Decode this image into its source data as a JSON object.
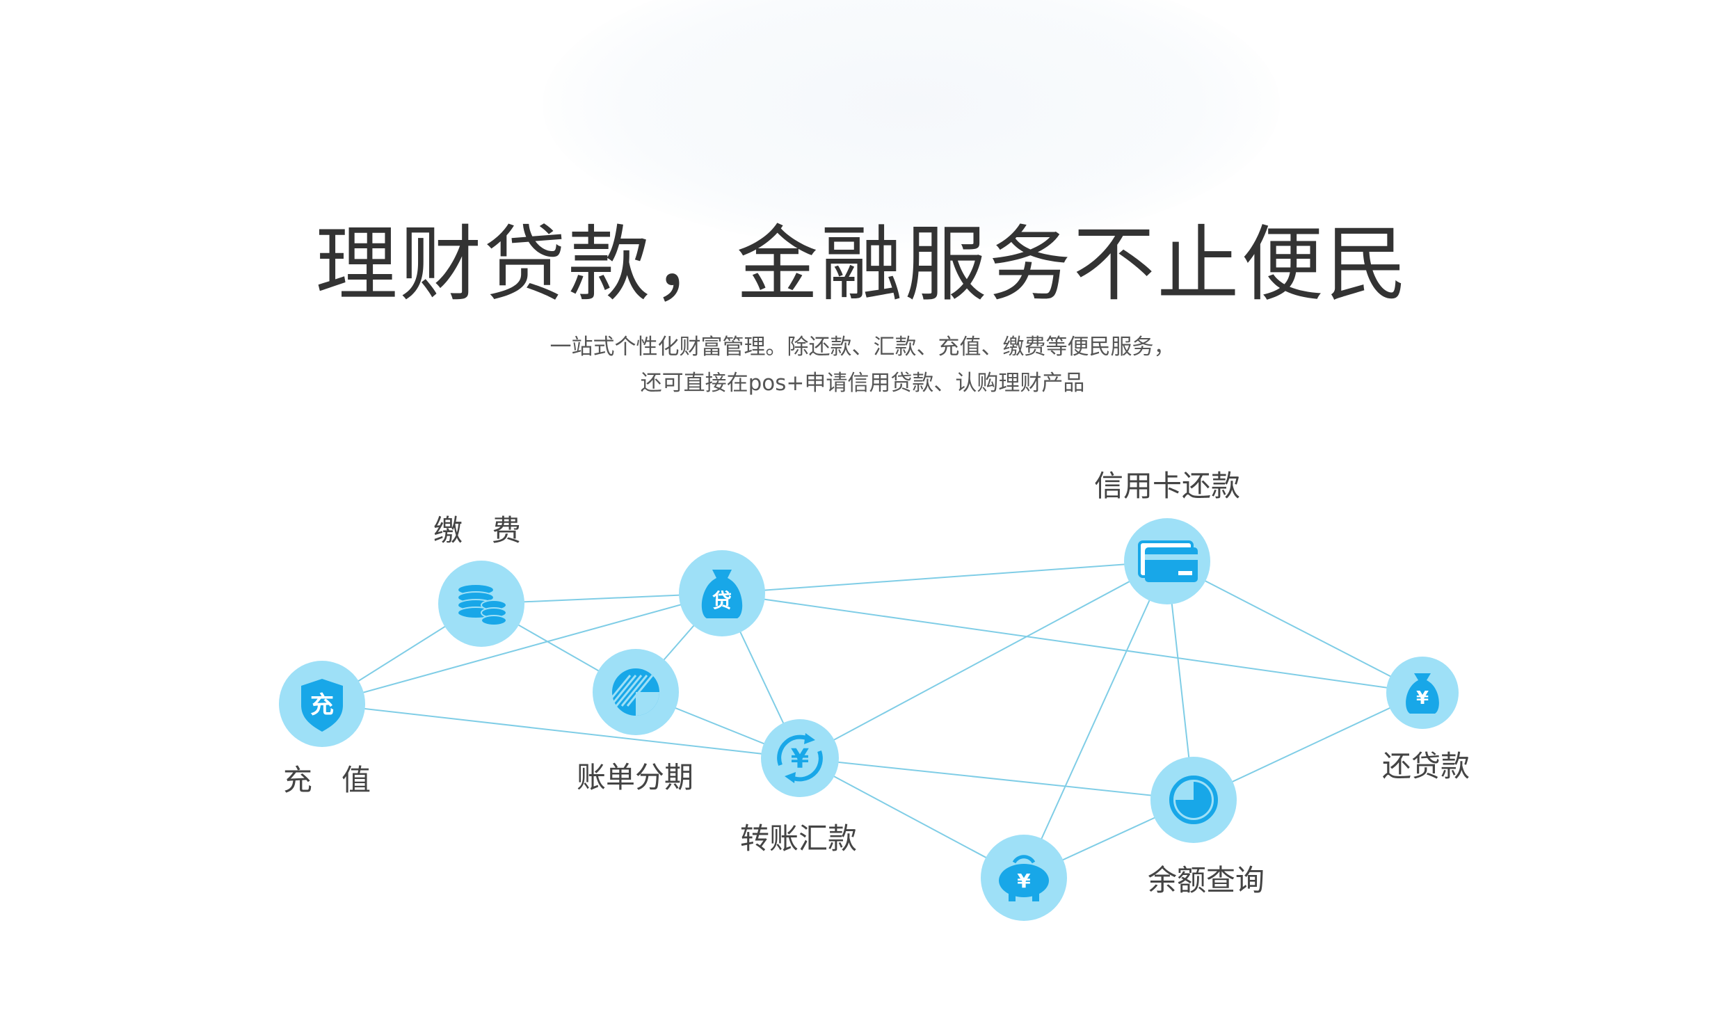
{
  "header": {
    "title": "理财贷款，金融服务不止便民",
    "subtitle_line1": "一站式个性化财富管理。除还款、汇款、充值、缴费等便民服务，",
    "subtitle_line2": "还可直接在pos+申请信用贷款、认购理财产品"
  },
  "colors": {
    "node_fill": "#9ee0f7",
    "icon": "#18a7e8",
    "line": "#7fcde6",
    "title": "#333333",
    "label": "#444444"
  },
  "nodes": [
    {
      "id": "recharge",
      "label": "充　值",
      "icon": "shield-icon"
    },
    {
      "id": "payfee",
      "label": "缴　费",
      "icon": "coin-stack-icon"
    },
    {
      "id": "installment",
      "label": "账单分期",
      "icon": "pie-chart-icon"
    },
    {
      "id": "loan",
      "label": "",
      "icon": "money-bag-icon"
    },
    {
      "id": "transfer",
      "label": "转账汇款",
      "icon": "yuan-circle-icon"
    },
    {
      "id": "piggy",
      "label": "",
      "icon": "piggy-bank-icon"
    },
    {
      "id": "balance",
      "label": "余额查询",
      "icon": "quarter-circle-icon"
    },
    {
      "id": "creditcard",
      "label": "信用卡还款",
      "icon": "credit-card-icon"
    },
    {
      "id": "repayloan",
      "label": "还贷款",
      "icon": "yuan-bag-icon"
    }
  ],
  "icon_text": {
    "recharge": "充",
    "loan": "贷",
    "yuan": "¥"
  }
}
